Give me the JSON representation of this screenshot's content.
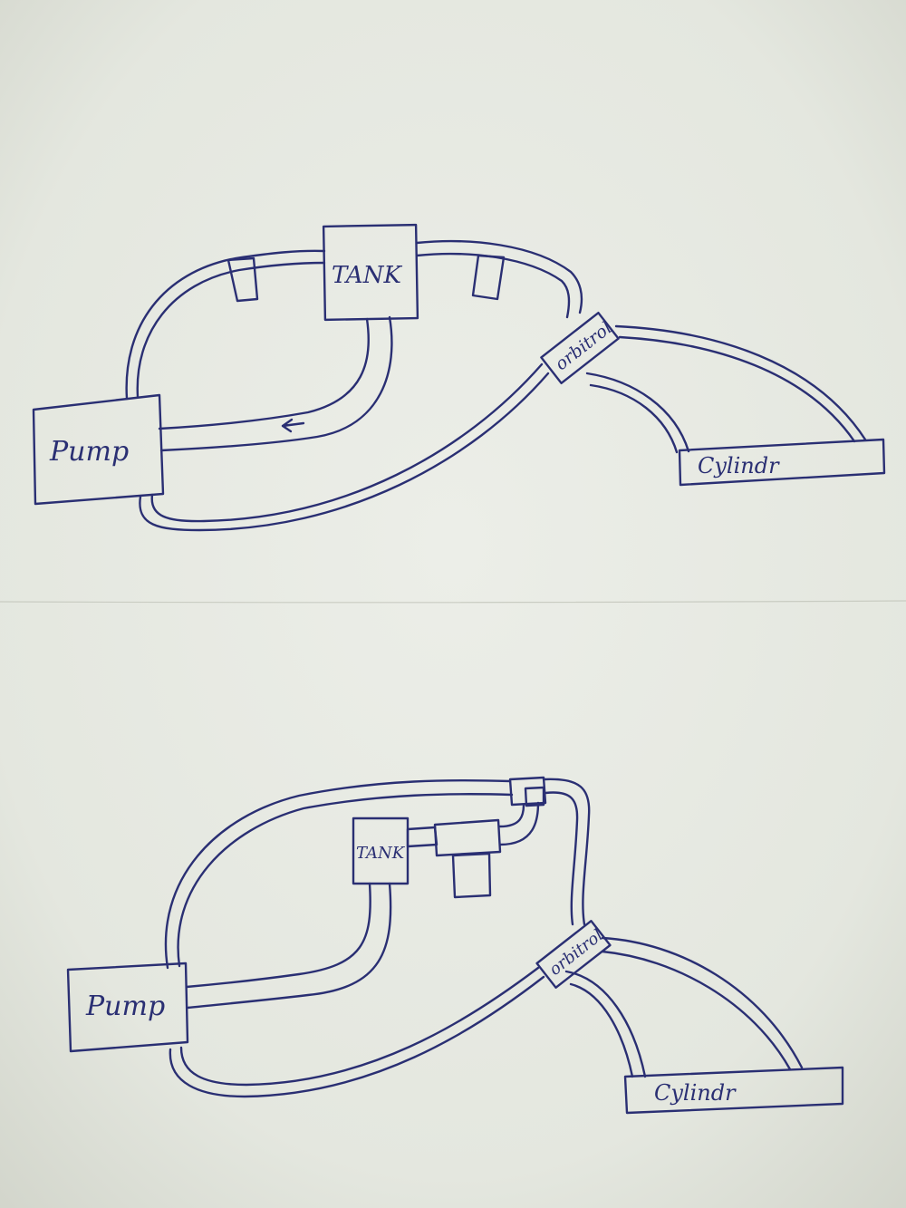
{
  "colors": {
    "paper": "#e8eae3",
    "ink": "#2a2f73"
  },
  "diagram_top": {
    "tank_label": "TANK",
    "pump_label": "Pump",
    "orbitrol_label": "orbitrol",
    "cylinder_label": "Cylindr"
  },
  "diagram_bottom": {
    "tank_label": "TANK",
    "pump_label": "Pump",
    "orbitrol_label": "orbitrol",
    "cylinder_label": "Cylindr"
  }
}
